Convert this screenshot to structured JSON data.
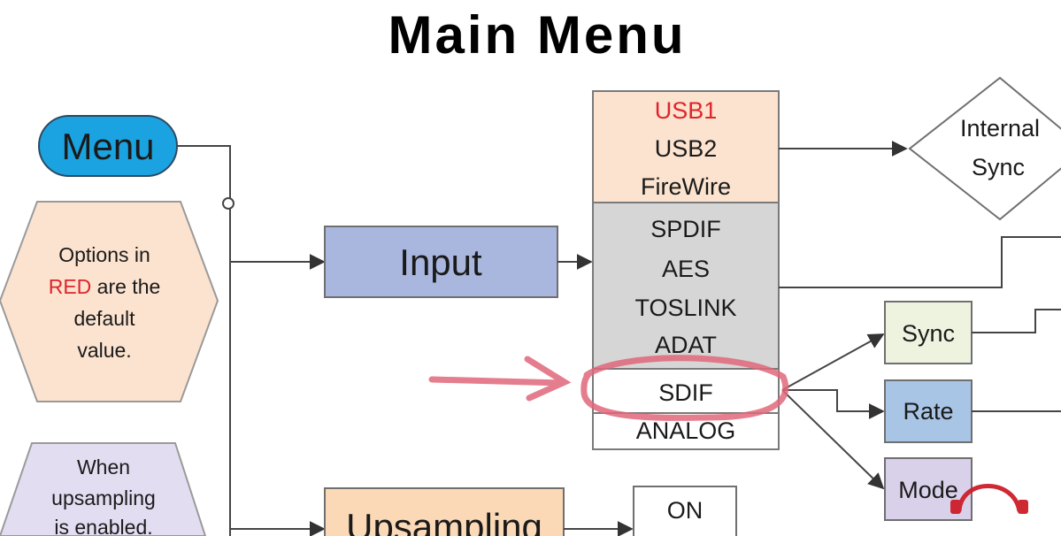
{
  "title": "Main Menu",
  "menu_label": "Menu",
  "note_default": {
    "line1": "Options in",
    "red_word": "RED",
    "line2_rest": " are the",
    "line3": "default",
    "line4": "value."
  },
  "note_upsampling": {
    "line1": "When",
    "line2": "upsampling",
    "line3": "is enabled."
  },
  "input_label": "Input",
  "upsampling_label": "Upsampling",
  "on_label": "ON",
  "input_options_top": [
    "USB1",
    "USB2",
    "FireWire"
  ],
  "input_options_mid": [
    "SPDIF",
    "AES",
    "TOSLINK",
    "ADAT"
  ],
  "input_option_selected": "SDIF",
  "input_option_last": "ANALOG",
  "internal_sync": {
    "line1": "Internal",
    "line2": "Sync"
  },
  "sub_sync": "Sync",
  "sub_rate": "Rate",
  "sub_mode": "Mode",
  "colors": {
    "menu_pill": "#1aa3e0",
    "orange_fill": "#fbe3cf",
    "gray_fill": "#d6d6d6",
    "input_fill": "#a9b6dd",
    "default_red": "#e0242c",
    "highlight_pink": "#e0677a"
  }
}
